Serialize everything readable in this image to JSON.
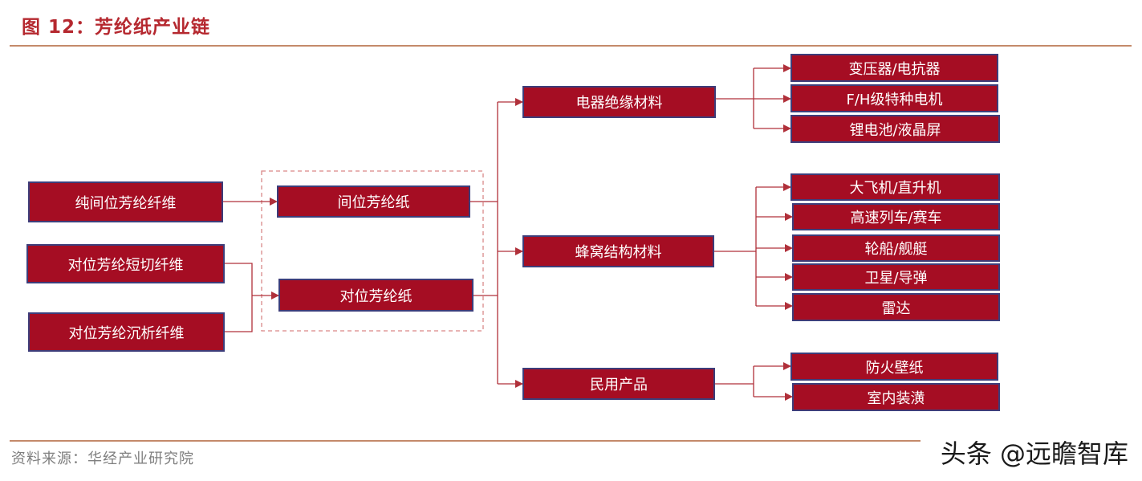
{
  "figure": {
    "title": "图 12：芳纶纸产业链"
  },
  "nodes": {
    "raw_meta_fiber": "纯间位芳纶纤维",
    "raw_para_staple": "对位芳纶短切纤维",
    "raw_para_fibrid": "对位芳纶沉析纤维",
    "paper_meta": "间位芳纶纸",
    "paper_para": "对位芳纶纸",
    "app_electrical": "电器绝缘材料",
    "app_honeycomb": "蜂窝结构材料",
    "app_civil": "民用产品",
    "e_transformer": "变压器/电抗器",
    "e_motor": "F/H级特种电机",
    "e_battery": "锂电池/液晶屏",
    "h_aircraft": "大飞机/直升机",
    "h_train": "高速列车/赛车",
    "h_ship": "轮船/舰艇",
    "h_satellite": "卫星/导弹",
    "h_radar": "雷达",
    "c_wallpaper": "防火壁纸",
    "c_interior": "室内装潢"
  },
  "footer": {
    "source": "资料来源：华经产业研究院",
    "watermark": "头条 @远瞻智库"
  },
  "colors": {
    "title": "#b5282f",
    "box_fill": "#a50d23",
    "box_border": "#3d3d7a",
    "line": "#b0303a",
    "rule": "#c48a6a",
    "dashed": "#d98888"
  }
}
